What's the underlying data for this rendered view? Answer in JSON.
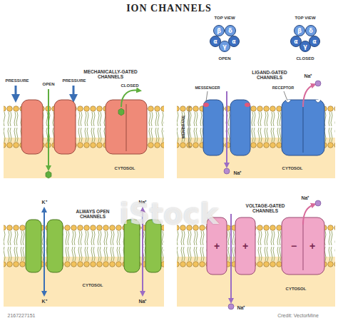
{
  "diagram": {
    "title": "ION CHANNELS",
    "nodes": [
      {
        "text": [
          "β"
        ]
      },
      {
        "text": [
          "δ"
        ]
      },
      {
        "text": [
          "α"
        ]
      },
      {
        "text": [
          "γ"
        ]
      },
      {
        "text": [
          "α"
        ]
      },
      {
        "text": [
          "β"
        ]
      },
      {
        "text": [
          "δ"
        ]
      },
      {
        "text": [
          "α"
        ]
      },
      {
        "text": [
          "γ"
        ]
      },
      {
        "text": [
          "α"
        ]
      }
    ],
    "labels": [
      "MECHANICALLY-GATED CHANNELS",
      "PRESSURE",
      "OPEN",
      "PRESSURE",
      "CLOSED",
      "CYTOSOL",
      "TOP VIEW",
      "TOP VIEW",
      "LIGAND-GATED CHANNELS",
      "OPEN",
      "CLOSED",
      "MESSENGER",
      "RECEPTOR",
      "Na⁺",
      "MEMBRANE",
      "Na⁺",
      "CYTOSOL",
      "ALWAYS OPEN CHANNELS",
      "K⁺",
      "Na⁺",
      "K⁺",
      "Na⁺",
      "CYTOSOL",
      "VOLTAGE-GATED CHANNELS",
      "Na⁺",
      "+",
      "+",
      "−",
      "+",
      "Na⁺",
      "CYTOSOL",
      "iStock",
      "Credit: VectorMine",
      "2167227151"
    ]
  }
}
